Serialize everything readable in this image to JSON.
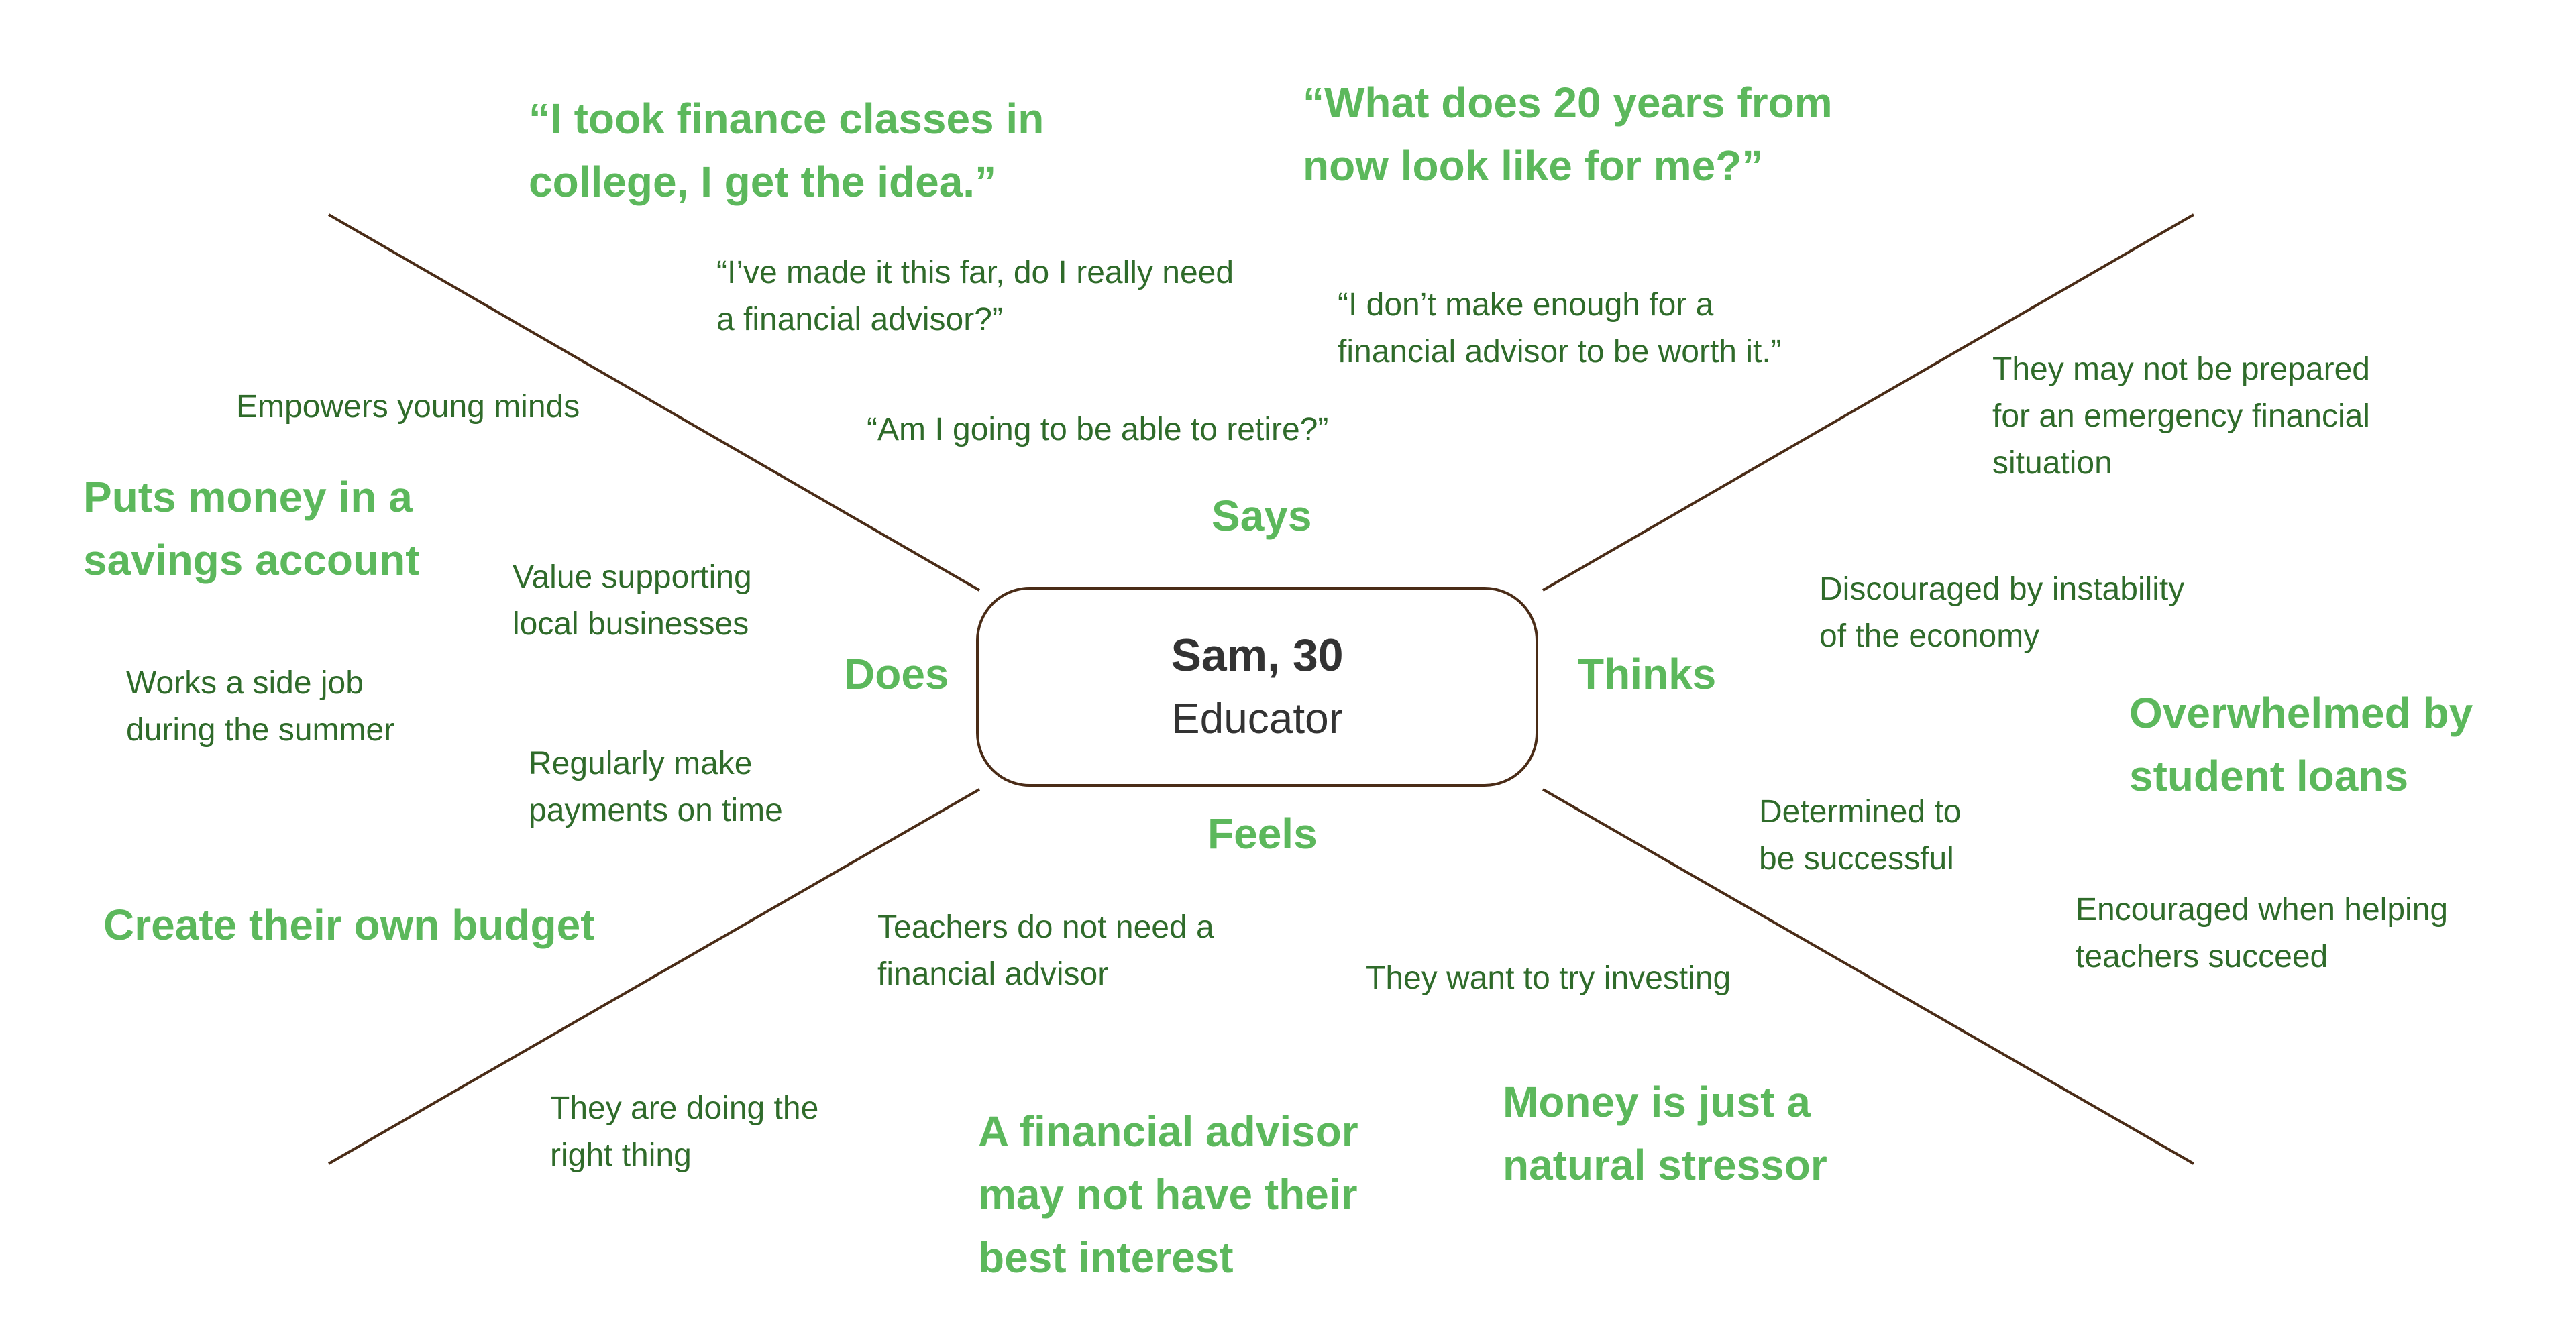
{
  "persona": {
    "name": "Sam, 30",
    "role": "Educator"
  },
  "quadrants": {
    "says": "Says",
    "thinks": "Thinks",
    "does": "Does",
    "feels": "Feels"
  },
  "colors": {
    "accent_green": "#5cb85c",
    "text_dark_green": "#2f6b2a",
    "line_brown": "#4a2c17",
    "persona_text": "#333333"
  },
  "says": [
    "“I took finance classes in\ncollege, I get the idea.”",
    "“What does 20 years from\nnow look like for me?”",
    "“I’ve made it this far, do I really need\na financial advisor?”",
    "“I don’t make enough for a\nfinancial advisor to be worth it.”",
    "“Am I going to be able to retire?”"
  ],
  "thinks": [
    "They may not be prepared\nfor an emergency financial\nsituation",
    "Discouraged by instability\nof the economy",
    "Overwhelmed by\nstudent loans",
    "Determined to\nbe successful",
    "Encouraged when helping\nteachers succeed"
  ],
  "does": [
    "Empowers young minds",
    "Puts money in a\nsavings account",
    "Value supporting\nlocal businesses",
    "Works a side job\nduring the summer",
    "Regularly make\npayments on time",
    "Create their own budget"
  ],
  "feels": [
    "Teachers do not need a\nfinancial advisor",
    "They want to try investing",
    "They are doing the\nright thing",
    "A financial advisor\nmay not have their\nbest interest",
    "Money is just a\nnatural stressor"
  ]
}
